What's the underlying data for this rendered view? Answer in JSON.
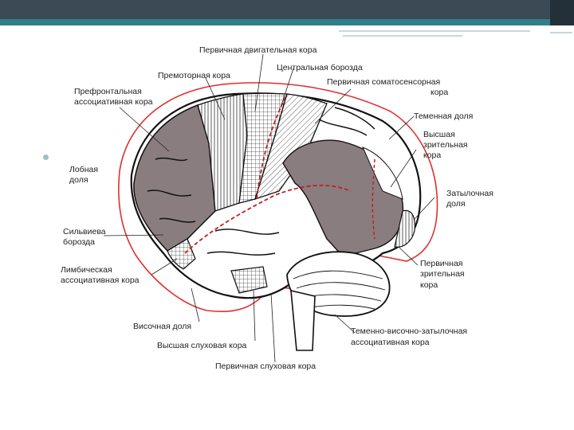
{
  "slide": {
    "bullet_text": ""
  },
  "labels": {
    "primary_motor": "Первичная двигательная кора",
    "central_sulcus": "Центральная борозда",
    "premotor": "Премоторная кора",
    "somatosensory_l1": "Первичная соматосенсорная",
    "somatosensory_l2": "кора",
    "prefrontal_l1": "Префронтальная",
    "prefrontal_l2": "ассоциативная кора",
    "parietal": "Теменная доля",
    "higher_visual_l1": "Высшая",
    "higher_visual_l2": "зрительная",
    "higher_visual_l3": "кора",
    "frontal_l1": "Лобная",
    "frontal_l2": "доля",
    "occipital_l1": "Затылочная",
    "occipital_l2": "доля",
    "sylvian_l1": "Сильвиева",
    "sylvian_l2": "борозда",
    "limbic_l1": "Лимбическая",
    "limbic_l2": "ассоциативная кора",
    "primary_visual_l1": "Первичная",
    "primary_visual_l2": "зрительная",
    "primary_visual_l3": "кора",
    "temporal": "Височная доля",
    "higher_auditory": "Высшая слуховая кора",
    "tpo_l1": "Теменно-височно-затылочная",
    "tpo_l2": "ассоциативная кора",
    "primary_auditory": "Первичная слуховая кора"
  },
  "colors": {
    "header_bar": "#3c4a55",
    "header_accent": "#2f7f8a",
    "association_shade": "#8a7d80",
    "lobe_outline": "#e03030",
    "bullet": "#9cc0c8"
  }
}
